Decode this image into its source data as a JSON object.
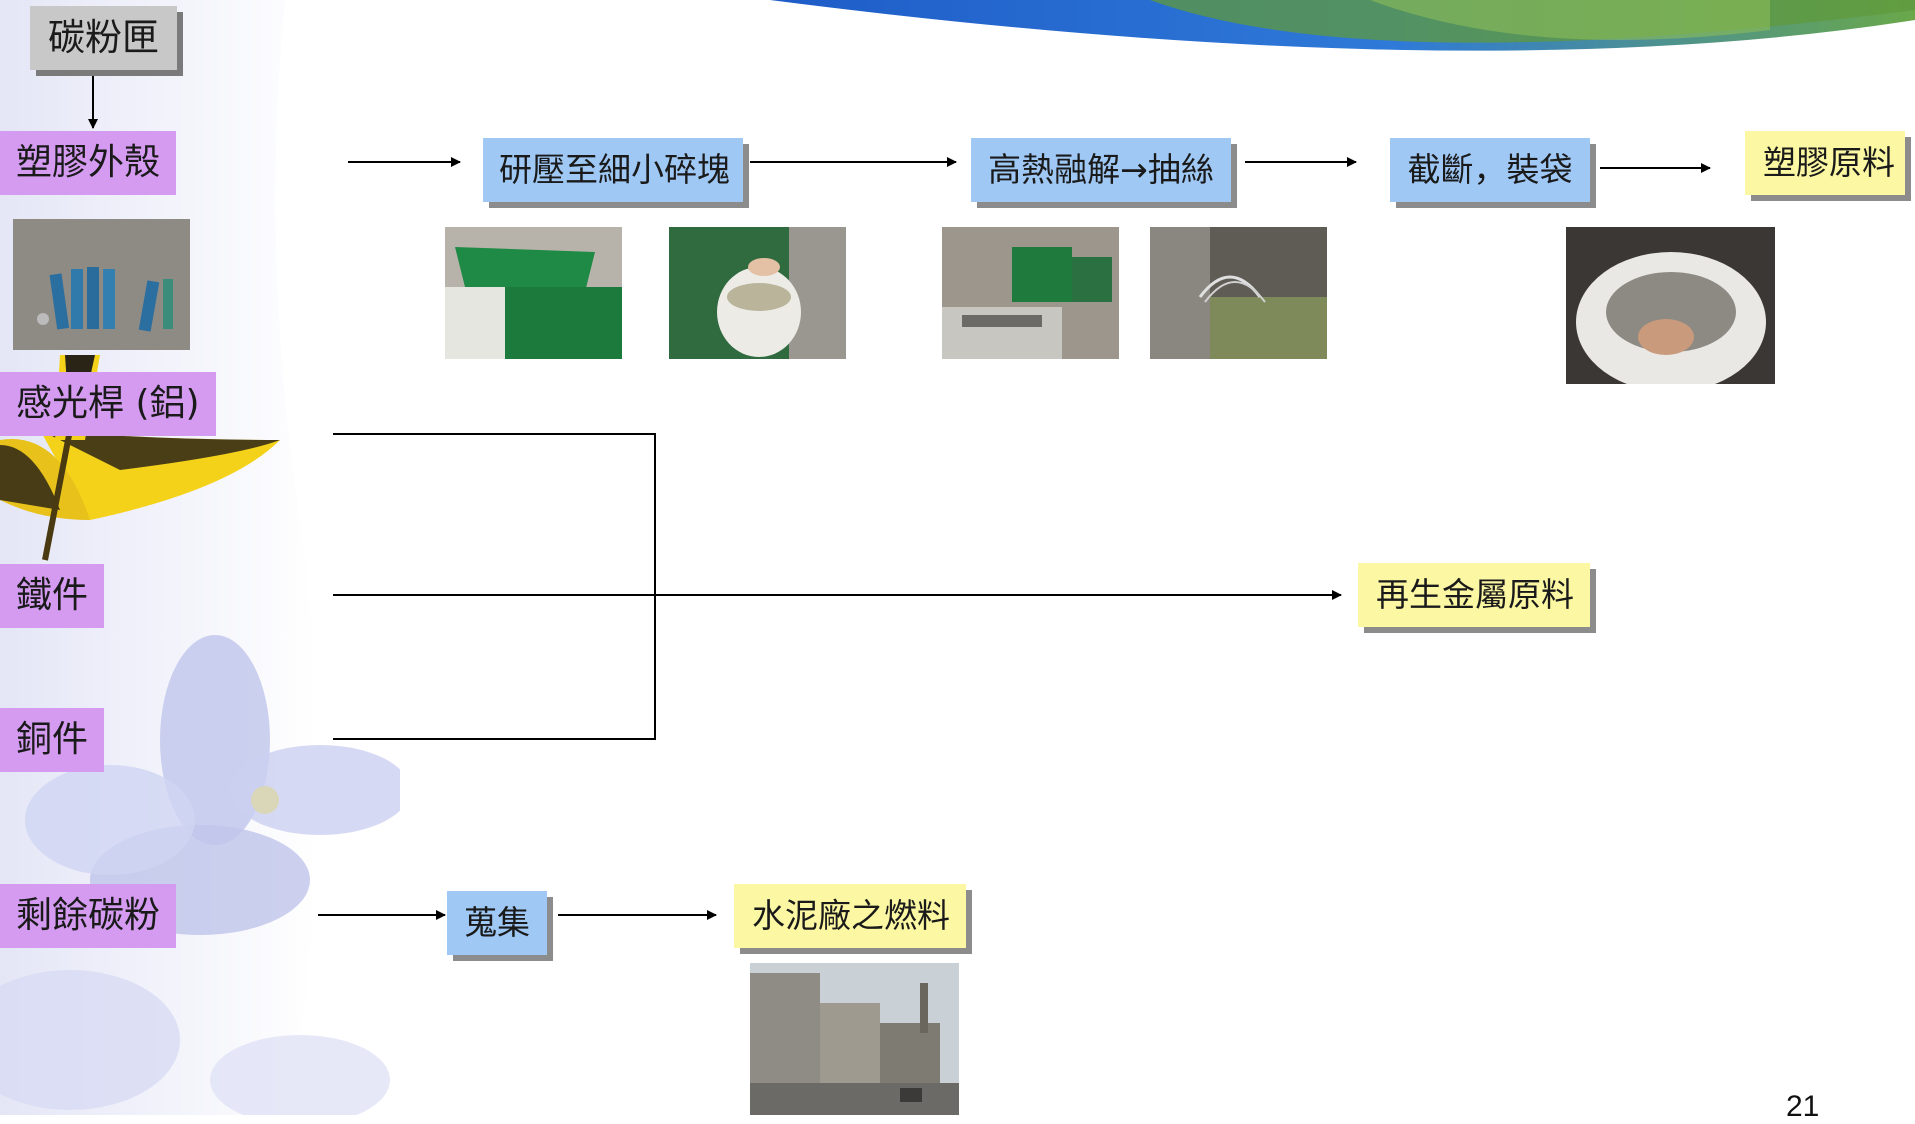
{
  "source_label": "碳粉匣",
  "components": {
    "plastic": "塑膠外殼",
    "drum": "感光桿 (鋁)",
    "iron": "鐵件",
    "copper": "銅件",
    "toner": "剩餘碳粉"
  },
  "process": {
    "grind": "研壓至細小碎塊",
    "melt": "高熱融解→抽絲",
    "cut": "截斷，裝袋",
    "collect": "蒐集"
  },
  "outputs": {
    "plastic_material": "塑膠原料",
    "metal_material": "再生金屬原料",
    "cement_fuel": "水泥廠之燃料"
  },
  "page_number": "21",
  "colors": {
    "component_box": "#d49bf0",
    "process_box": "#9fc8f5",
    "output_box": "#fbf7a3",
    "source_box": "#c8c8c8"
  }
}
